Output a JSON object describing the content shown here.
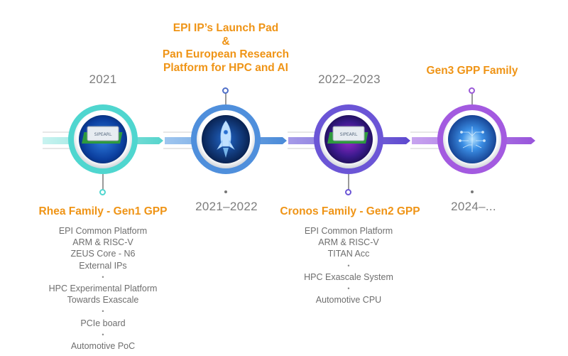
{
  "milestones": [
    {
      "top_label": "2021",
      "bottom_title": "Rhea Family - Gen1 GPP",
      "details": [
        "EPI Common Platform",
        "ARM & RISC-V",
        "ZEUS Core - N6",
        "External IPs",
        "•",
        "HPC Experimental Platform",
        "Towards Exascale",
        "•",
        "PCIe board",
        "•",
        "Automotive PoC"
      ],
      "chip_text": "SIPEARL",
      "icon": "chip-icon",
      "color": "#4fd6cf"
    },
    {
      "top_title": [
        "EPI IP’s Launch Pad",
        "&",
        "Pan European Research",
        "Platform for HPC and AI"
      ],
      "bottom_label": "2021–2022",
      "icon": "rocket-icon",
      "color": "#4f8fdc"
    },
    {
      "top_label": "2022–2023",
      "bottom_title": "Cronos Family - Gen2 GPP",
      "details": [
        "EPI Common Platform",
        "ARM & RISC-V",
        "TITAN Acc",
        "•",
        "HPC Exascale System",
        "•",
        "Automotive CPU"
      ],
      "chip_text": "SIPEARL",
      "icon": "chip-icon",
      "color": "#6b55d6"
    },
    {
      "top_title": [
        "Gen3 GPP Family"
      ],
      "bottom_label": "2024–...",
      "icon": "circuit-brain-icon",
      "color": "#a35ae0"
    }
  ],
  "colors": {
    "accent": "#ef9416",
    "year_gray": "#7d7d7d",
    "text_gray": "#6e6e6e"
  }
}
